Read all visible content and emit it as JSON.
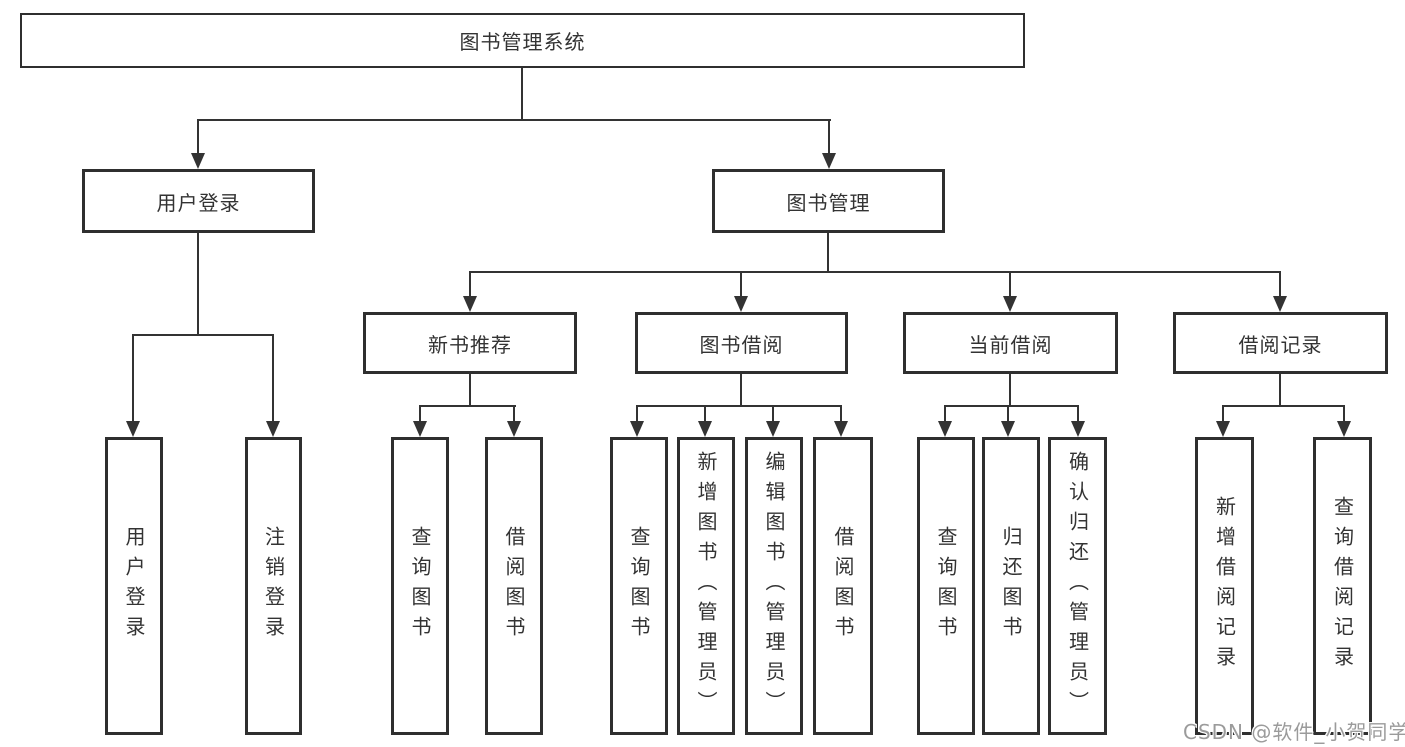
{
  "tree": {
    "label": "图书管理系统",
    "children": [
      {
        "label": "用户登录",
        "children": [
          {
            "label": "用户登录"
          },
          {
            "label": "注销登录"
          }
        ]
      },
      {
        "label": "图书管理",
        "children": [
          {
            "label": "新书推荐",
            "children": [
              {
                "label": "查询图书"
              },
              {
                "label": "借阅图书"
              }
            ]
          },
          {
            "label": "图书借阅",
            "children": [
              {
                "label": "查询图书"
              },
              {
                "label": "新增图书（管理员）"
              },
              {
                "label": "编辑图书（管理员）"
              },
              {
                "label": "借阅图书"
              }
            ]
          },
          {
            "label": "当前借阅",
            "children": [
              {
                "label": "查询图书"
              },
              {
                "label": "归还图书"
              },
              {
                "label": "确认归还（管理员）"
              }
            ]
          },
          {
            "label": "借阅记录",
            "children": [
              {
                "label": "新增借阅记录"
              },
              {
                "label": "查询借阅记录"
              }
            ]
          }
        ]
      }
    ]
  },
  "watermark": {
    "text": "CSDN @软件_小贺同学"
  },
  "colors": {
    "line": "#333333",
    "box_border": "#2f2f2f",
    "text": "#333333",
    "watermark": "#9b9b9b",
    "background": "#ffffff"
  }
}
